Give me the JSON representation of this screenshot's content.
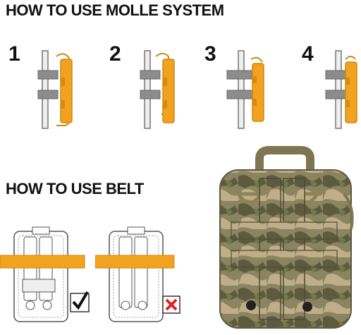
{
  "molle": {
    "title": "HOW TO USE MOLLE SYSTEM",
    "steps": [
      {
        "number": "1"
      },
      {
        "number": "2"
      },
      {
        "number": "3"
      },
      {
        "number": "4"
      }
    ]
  },
  "belt": {
    "title": "HOW TO USE BELT",
    "correct_icon": "check-mark-icon",
    "wrong_icon": "x-mark-icon"
  },
  "colors": {
    "strap_orange": "#f2a21e",
    "webbing_gray": "#8c8c8c",
    "camo_base": "#8a8460",
    "wrong_red": "#e02020",
    "text": "#111111"
  }
}
